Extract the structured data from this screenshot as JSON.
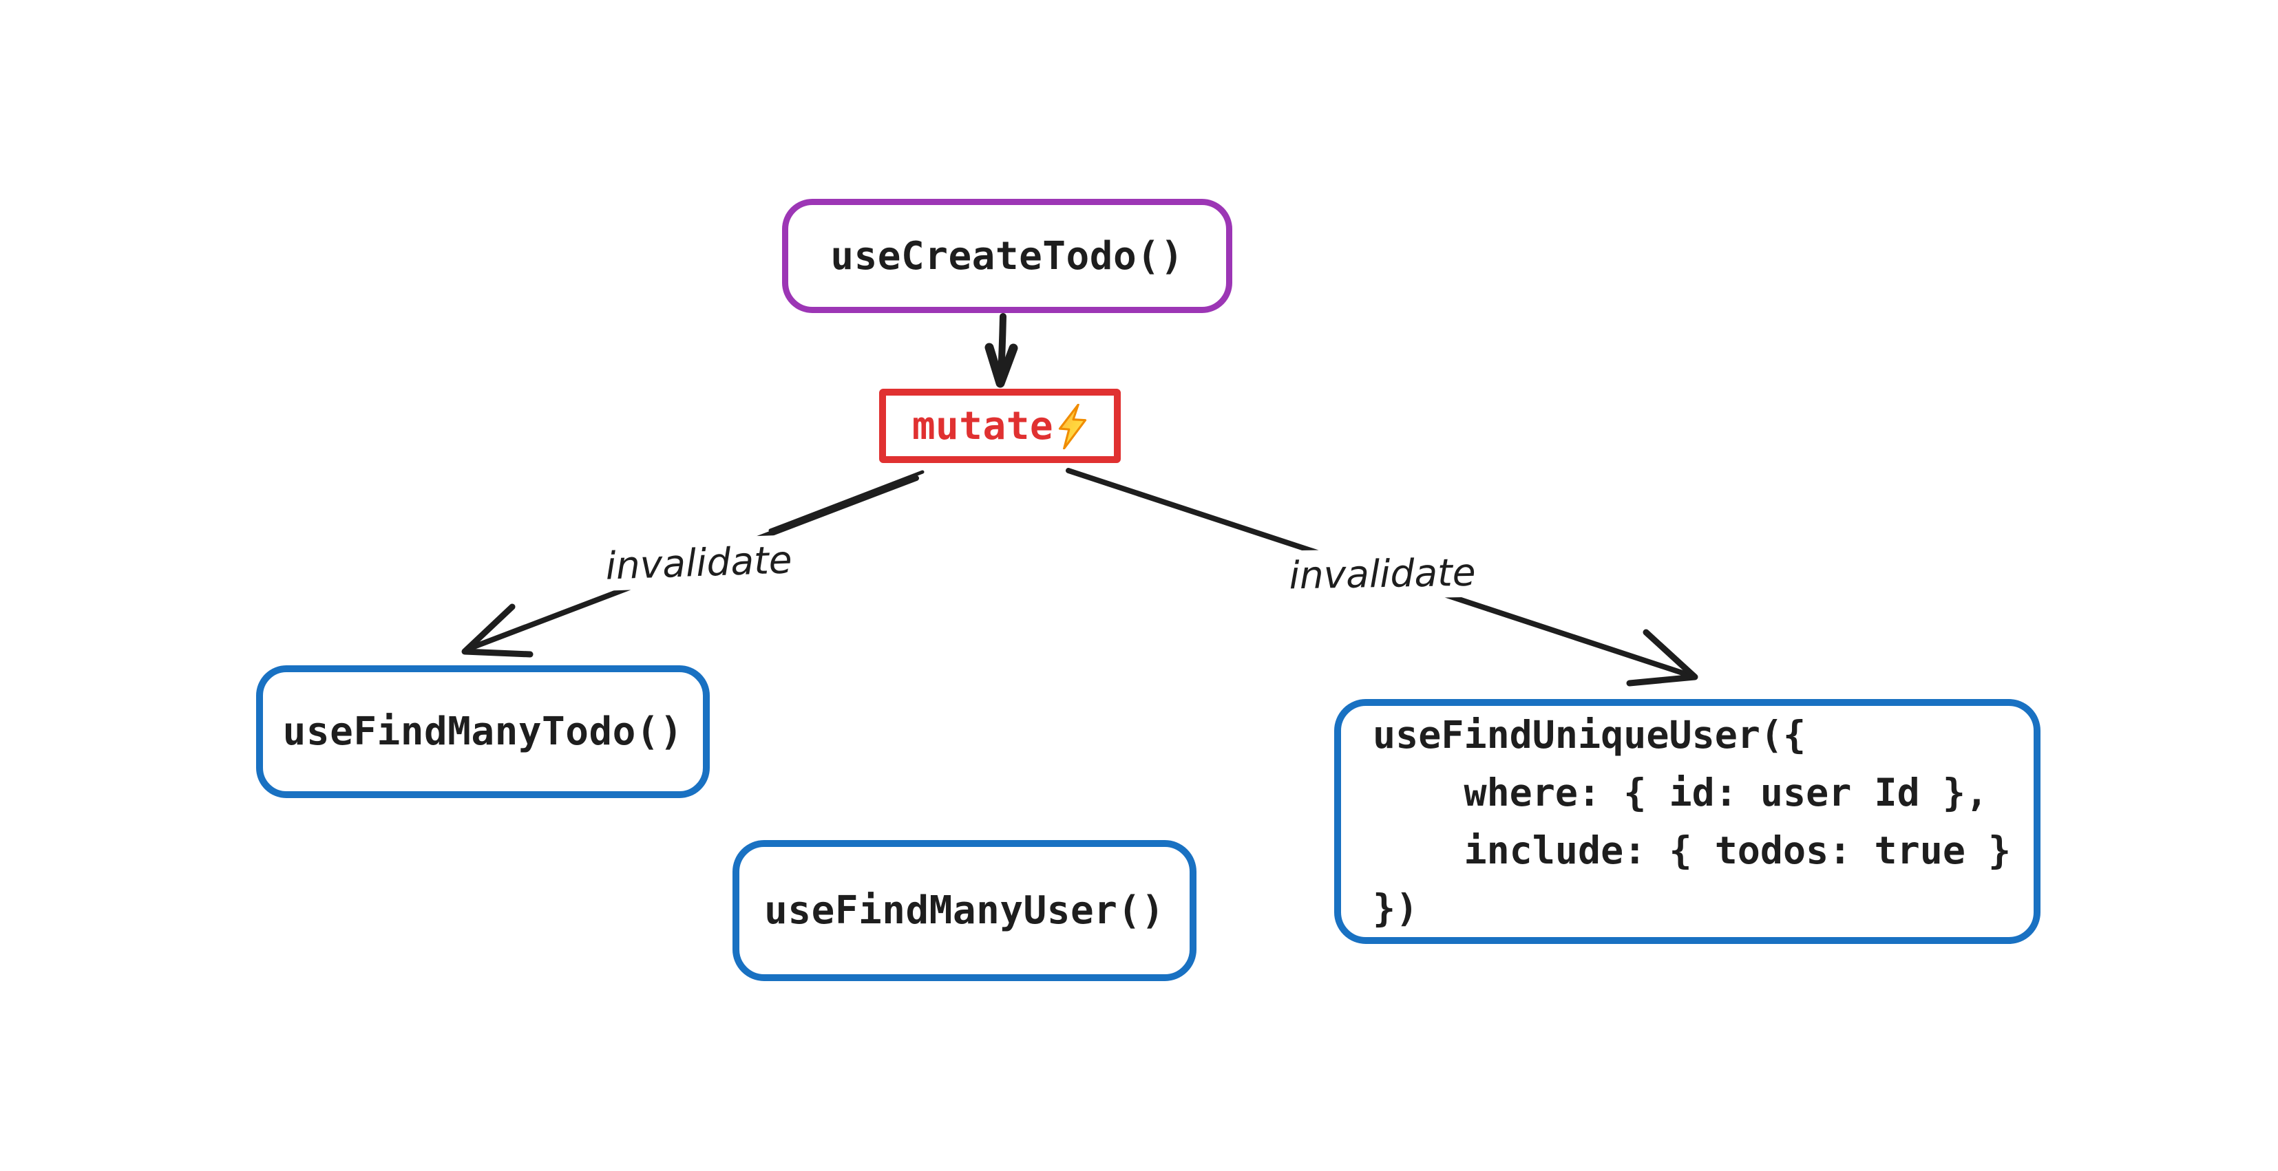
{
  "diagram": {
    "background": "#ffffff",
    "colors": {
      "purple": "#9c36b5",
      "red": "#e03131",
      "blue": "#1971c2",
      "ink": "#1e1e1e",
      "bolt_outline": "#f08c00",
      "bolt_fill_top": "#ffa94d",
      "bolt_fill_bottom": "#ffe066"
    },
    "nodes": {
      "use_create_todo": {
        "label": "useCreateTodo()"
      },
      "mutate": {
        "label": "mutate",
        "icon": "lightning-bolt-icon"
      },
      "use_find_many_todo": {
        "label": "useFindManyTodo()"
      },
      "use_find_many_user": {
        "label": "useFindManyUser()"
      },
      "use_find_unique_user": {
        "lines": [
          "useFindUniqueUser({",
          "    where: { id: user Id },",
          "    include: { todos: true }",
          "})"
        ]
      }
    },
    "edges": {
      "to_find_many_todo": {
        "label": "invalidate"
      },
      "to_find_unique_user": {
        "label": "invalidate"
      }
    }
  }
}
